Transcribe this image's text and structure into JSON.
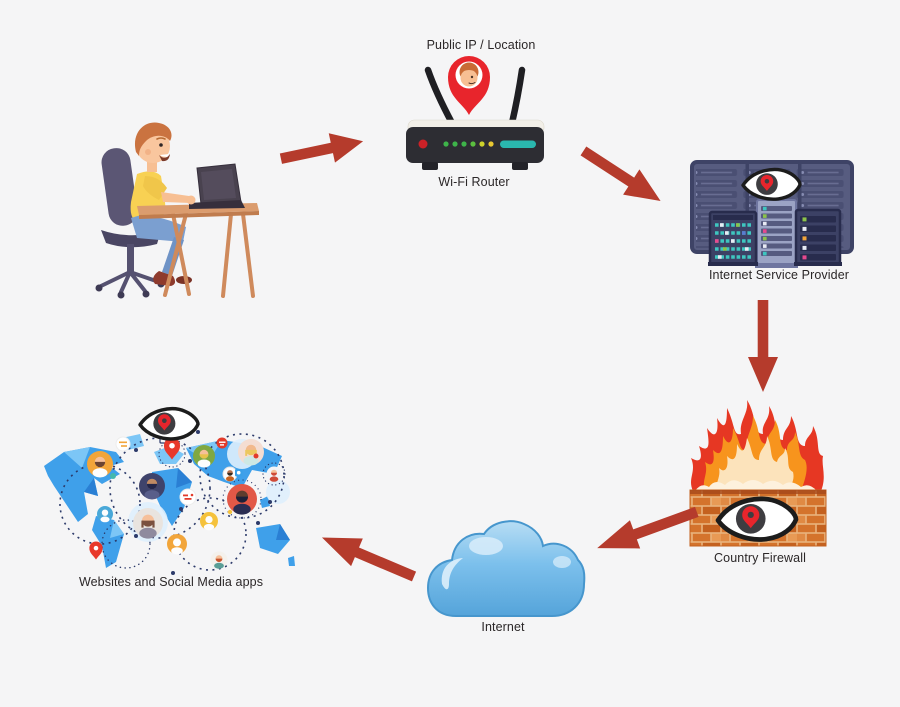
{
  "diagram": {
    "type": "network-surveillance-flow",
    "labels": {
      "public_ip": "Public IP / Location",
      "router": "Wi-Fi Router",
      "isp": "Internet Service Provider",
      "firewall": "Country Firewall",
      "internet": "Internet",
      "websites": "Websites and Social Media apps"
    },
    "icons": {
      "user": "person-at-laptop-icon",
      "router": "wifi-router-icon",
      "location_pin": "location-pin-with-face-icon",
      "isp": "server-racks-icon",
      "surveillance": "eye-with-location-pin-icon",
      "firewall": "burning-brick-wall-icon",
      "internet": "cloud-icon",
      "websites": "world-map-social-network-icon",
      "flow_arrow": "red-arrow-icon"
    },
    "colors": {
      "background": "#f5f5f6",
      "arrow": "#b53b2c",
      "pin_red": "#e8252c",
      "label_text": "#2b2728",
      "router_body": "#2d2d33",
      "router_led_bar": "#2ab7ae",
      "server_panel": "#575c80",
      "flame_red": "#e63723",
      "flame_orange": "#f7941d",
      "flame_cream": "#fce3bb",
      "brick_orange": "#d4732c",
      "cloud_blue": "#7cc0ec",
      "map_blue": "#3fa0ea",
      "shirt_yellow": "#f8d153",
      "jeans_blue": "#7b9fd0"
    }
  }
}
